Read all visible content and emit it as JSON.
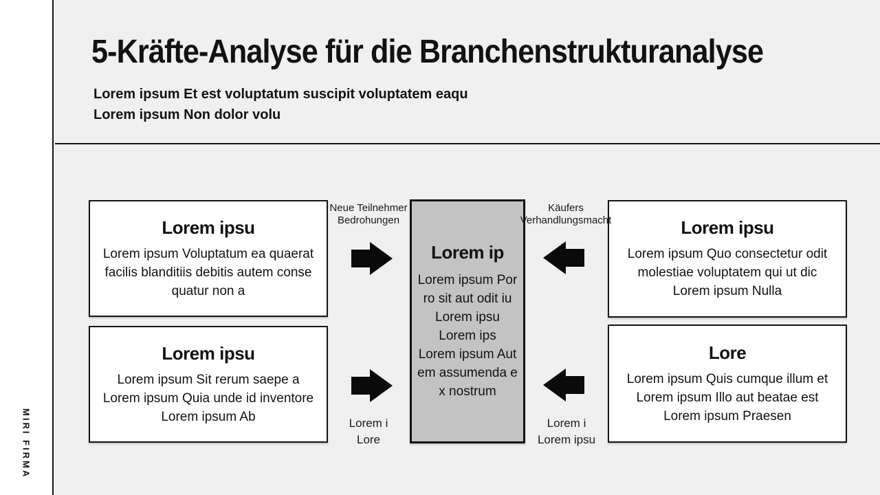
{
  "sidebar": {
    "brand": "MIRI FIRMA"
  },
  "header": {
    "title": "5-Kräfte-Analyse für die Branchenstrukturanalyse",
    "subtitle_line1": "Lorem ipsum Et est voluptatum suscipit voluptatem eaqu",
    "subtitle_line2": "Lorem ipsum Non dolor volu"
  },
  "diagram": {
    "boxes": {
      "top_left": {
        "title": "Lorem ipsu",
        "body": "Lorem ipsum Voluptatum ea quaerat\nfacilis blanditiis debitis autem conse\nquatur non a"
      },
      "bottom_left": {
        "title": "Lorem ipsu",
        "body": "Lorem ipsum Sit rerum saepe a\nLorem ipsum Quia unde id inventore\nLorem ipsum Ab"
      },
      "center": {
        "title": "Lorem ip",
        "body": "Lorem ipsum Por\nro sit aut odit iu\nLorem ipsu\nLorem ips\nLorem ipsum Aut\nem assumenda e\nx nostrum"
      },
      "top_right": {
        "title": "Lorem ipsu",
        "body": "Lorem ipsum Quo consectetur odit\nmolestiae voluptatem qui ut dic\nLorem ipsum Nulla"
      },
      "bottom_right": {
        "title": "Lore",
        "body": "Lorem ipsum Quis cumque illum et\nLorem ipsum Illo aut beatae est\nLorem ipsum Praesen"
      }
    },
    "labels": {
      "top_left": "Neue Teilnehmer\nBedrohungen",
      "top_right": "Käufers\nVerhandlungsmacht",
      "bottom_left": "Lorem i\nLore",
      "bottom_right": "Lorem i\nLorem ipsu"
    },
    "icons": {
      "arrow_right": "block-arrow-right",
      "arrow_left": "block-arrow-left"
    }
  },
  "colors": {
    "background": "#f0f0f0",
    "sidebar_background": "#ffffff",
    "line": "#141414",
    "box_fill": "#ffffff",
    "center_box_fill": "#c3c3c3",
    "arrow_fill": "#0a0a0a",
    "text": "#121212"
  }
}
